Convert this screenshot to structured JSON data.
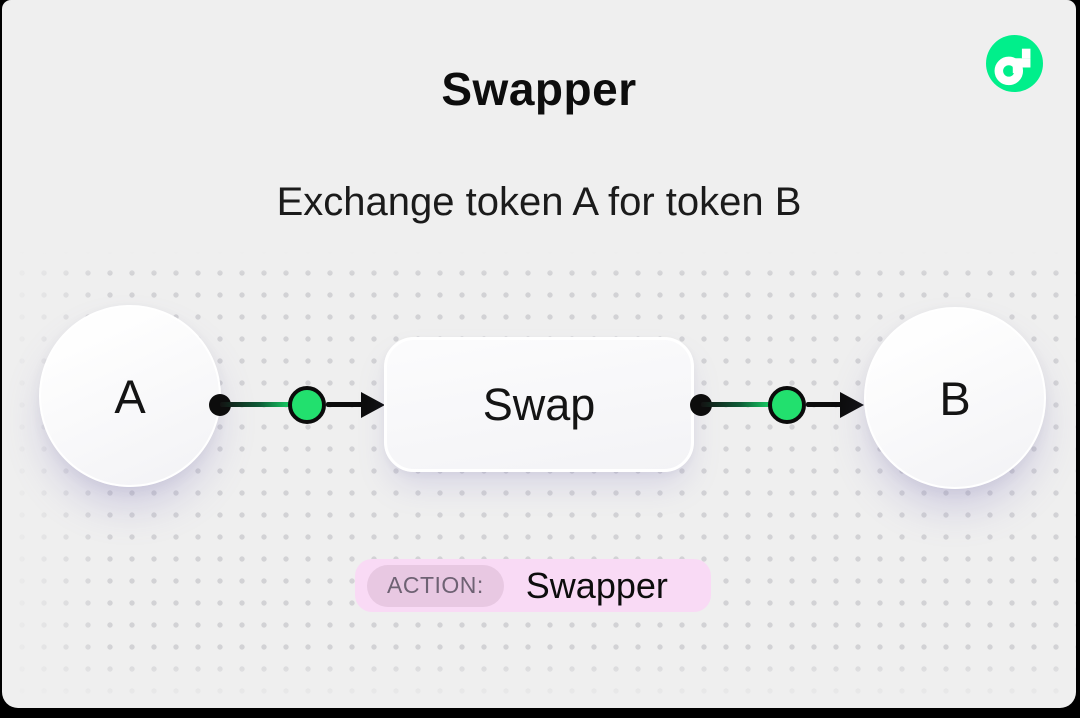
{
  "header": {
    "title": "Swapper",
    "subtitle": "Exchange token A for token B"
  },
  "logo": {
    "name": "Flow logo",
    "brand_green": "#00EF8B"
  },
  "diagram": {
    "node_a_label": "A",
    "process_label": "Swap",
    "node_b_label": "B",
    "port_green": "#22E06E",
    "connector_black": "#0c0c0c"
  },
  "badge": {
    "label": "ACTION:",
    "value": "Swapper",
    "outer_bg": "#F9DAF5",
    "label_bg": "#E8C8E2",
    "label_color": "#6E6273"
  },
  "frame": {
    "canvas_bg": "#EFEFEF",
    "border_bg": "#000000",
    "dot_color": "#d2d2d5"
  }
}
